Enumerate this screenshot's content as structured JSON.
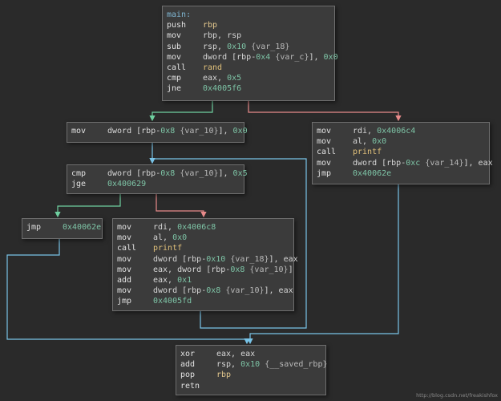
{
  "colors": {
    "background": "#2a2a2a",
    "block_bg": "#3b3b3b",
    "block_border": "#6f6f6f",
    "edge_true": "#6fd0a0",
    "edge_false": "#e88a8a",
    "edge_jump": "#79c4e8"
  },
  "blocks": [
    {
      "id": "main",
      "label": "main:",
      "lines": [
        {
          "m": "push",
          "o": [
            {
              "t": "rbp",
              "c": "reg"
            }
          ]
        },
        {
          "m": "mov",
          "o": [
            {
              "t": "rbp, rsp"
            }
          ]
        },
        {
          "m": "sub",
          "o": [
            {
              "t": "rsp, "
            },
            {
              "t": "0x10",
              "c": "num"
            },
            {
              "t": " {var_18}",
              "c": "var"
            }
          ]
        },
        {
          "m": "mov",
          "o": [
            {
              "t": "dword [rbp-"
            },
            {
              "t": "0x4",
              "c": "num"
            },
            {
              "t": " {var_c}",
              "c": "var"
            },
            {
              "t": "], "
            },
            {
              "t": "0x0",
              "c": "num"
            }
          ]
        },
        {
          "m": "call",
          "o": [
            {
              "t": "rand",
              "c": "fn"
            }
          ]
        },
        {
          "m": "cmp",
          "o": [
            {
              "t": "eax, "
            },
            {
              "t": "0x5",
              "c": "num"
            }
          ]
        },
        {
          "m": "jne",
          "o": [
            {
              "t": "0x4005f6",
              "c": "num"
            }
          ]
        }
      ]
    },
    {
      "id": "init",
      "lines": [
        {
          "m": "mov",
          "o": [
            {
              "t": "dword [rbp-"
            },
            {
              "t": "0x8",
              "c": "num"
            },
            {
              "t": " {var_10}",
              "c": "var"
            },
            {
              "t": "], "
            },
            {
              "t": "0x0",
              "c": "num"
            }
          ]
        }
      ]
    },
    {
      "id": "printf_early",
      "lines": [
        {
          "m": "mov",
          "o": [
            {
              "t": "rdi, "
            },
            {
              "t": "0x4006c4",
              "c": "num"
            }
          ]
        },
        {
          "m": "mov",
          "o": [
            {
              "t": "al, "
            },
            {
              "t": "0x0",
              "c": "num"
            }
          ]
        },
        {
          "m": "call",
          "o": [
            {
              "t": "printf",
              "c": "fn"
            }
          ]
        },
        {
          "m": "mov",
          "o": [
            {
              "t": "dword [rbp-"
            },
            {
              "t": "0xc",
              "c": "num"
            },
            {
              "t": " {var_14}",
              "c": "var"
            },
            {
              "t": "], eax"
            }
          ]
        },
        {
          "m": "jmp",
          "o": [
            {
              "t": "0x40062e",
              "c": "num"
            }
          ]
        }
      ]
    },
    {
      "id": "cond",
      "lines": [
        {
          "m": "cmp",
          "o": [
            {
              "t": "dword [rbp-"
            },
            {
              "t": "0x8",
              "c": "num"
            },
            {
              "t": " {var_10}",
              "c": "var"
            },
            {
              "t": "], "
            },
            {
              "t": "0x5",
              "c": "num"
            }
          ]
        },
        {
          "m": "jge",
          "o": [
            {
              "t": "0x400629",
              "c": "num"
            }
          ]
        }
      ]
    },
    {
      "id": "exit_jmp",
      "lines": [
        {
          "m": "jmp",
          "o": [
            {
              "t": "0x40062e",
              "c": "num"
            }
          ]
        }
      ]
    },
    {
      "id": "loop_body",
      "lines": [
        {
          "m": "mov",
          "o": [
            {
              "t": "rdi, "
            },
            {
              "t": "0x4006c8",
              "c": "num"
            }
          ]
        },
        {
          "m": "mov",
          "o": [
            {
              "t": "al, "
            },
            {
              "t": "0x0",
              "c": "num"
            }
          ]
        },
        {
          "m": "call",
          "o": [
            {
              "t": "printf",
              "c": "fn"
            }
          ]
        },
        {
          "m": "mov",
          "o": [
            {
              "t": "dword [rbp-"
            },
            {
              "t": "0x10",
              "c": "num"
            },
            {
              "t": " {var_18}",
              "c": "var"
            },
            {
              "t": "], eax"
            }
          ]
        },
        {
          "m": "mov",
          "o": [
            {
              "t": "eax, dword [rbp-"
            },
            {
              "t": "0x8",
              "c": "num"
            },
            {
              "t": " {var_10}",
              "c": "var"
            },
            {
              "t": "]"
            }
          ]
        },
        {
          "m": "add",
          "o": [
            {
              "t": "eax, "
            },
            {
              "t": "0x1",
              "c": "num"
            }
          ]
        },
        {
          "m": "mov",
          "o": [
            {
              "t": "dword [rbp-"
            },
            {
              "t": "0x8",
              "c": "num"
            },
            {
              "t": " {var_10}",
              "c": "var"
            },
            {
              "t": "], eax"
            }
          ]
        },
        {
          "m": "jmp",
          "o": [
            {
              "t": "0x4005fd",
              "c": "num"
            }
          ]
        }
      ]
    },
    {
      "id": "epilogue",
      "lines": [
        {
          "m": "xor",
          "o": [
            {
              "t": "eax, eax"
            }
          ]
        },
        {
          "m": "add",
          "o": [
            {
              "t": "rsp, "
            },
            {
              "t": "0x10",
              "c": "num"
            },
            {
              "t": " {__saved_rbp}",
              "c": "var"
            }
          ]
        },
        {
          "m": "pop",
          "o": [
            {
              "t": "rbp",
              "c": "reg"
            }
          ]
        },
        {
          "m": "retn",
          "o": []
        }
      ]
    }
  ],
  "watermark": "http://blog.csdn.net/freakishfox"
}
